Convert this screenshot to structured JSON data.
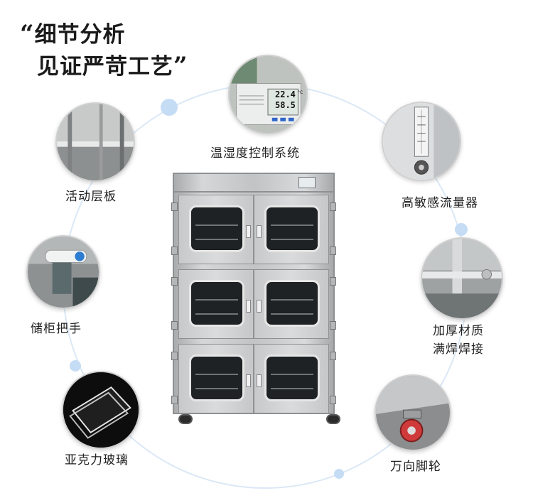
{
  "heading": {
    "open_quote": "“",
    "line1": "细节分析",
    "line2": "见证严苛工艺",
    "close_quote": "”"
  },
  "features": [
    {
      "label": "温湿度控制系统",
      "thumb": "thermo-hygrometer"
    },
    {
      "label": "活动层板",
      "thumb": "adjustable-shelf"
    },
    {
      "label": "高敏感流量器",
      "thumb": "flowmeter"
    },
    {
      "label": "储柜把手",
      "thumb": "cabinet-handle"
    },
    {
      "label": "加厚材质",
      "label2": "满焊焊接",
      "thumb": "welded-frame"
    },
    {
      "label": "亚克力玻璃",
      "thumb": "acrylic-glass"
    },
    {
      "label": "万向脚轮",
      "thumb": "caster-wheel"
    }
  ],
  "display": {
    "temperature": "22.4",
    "temperature_unit": "°C",
    "humidity": "58.5"
  },
  "colors": {
    "ring": "#dbe8f6",
    "dot": "#c5dcf5",
    "cabinet_steel": "#c6c7c9",
    "window": "#1e2225"
  }
}
